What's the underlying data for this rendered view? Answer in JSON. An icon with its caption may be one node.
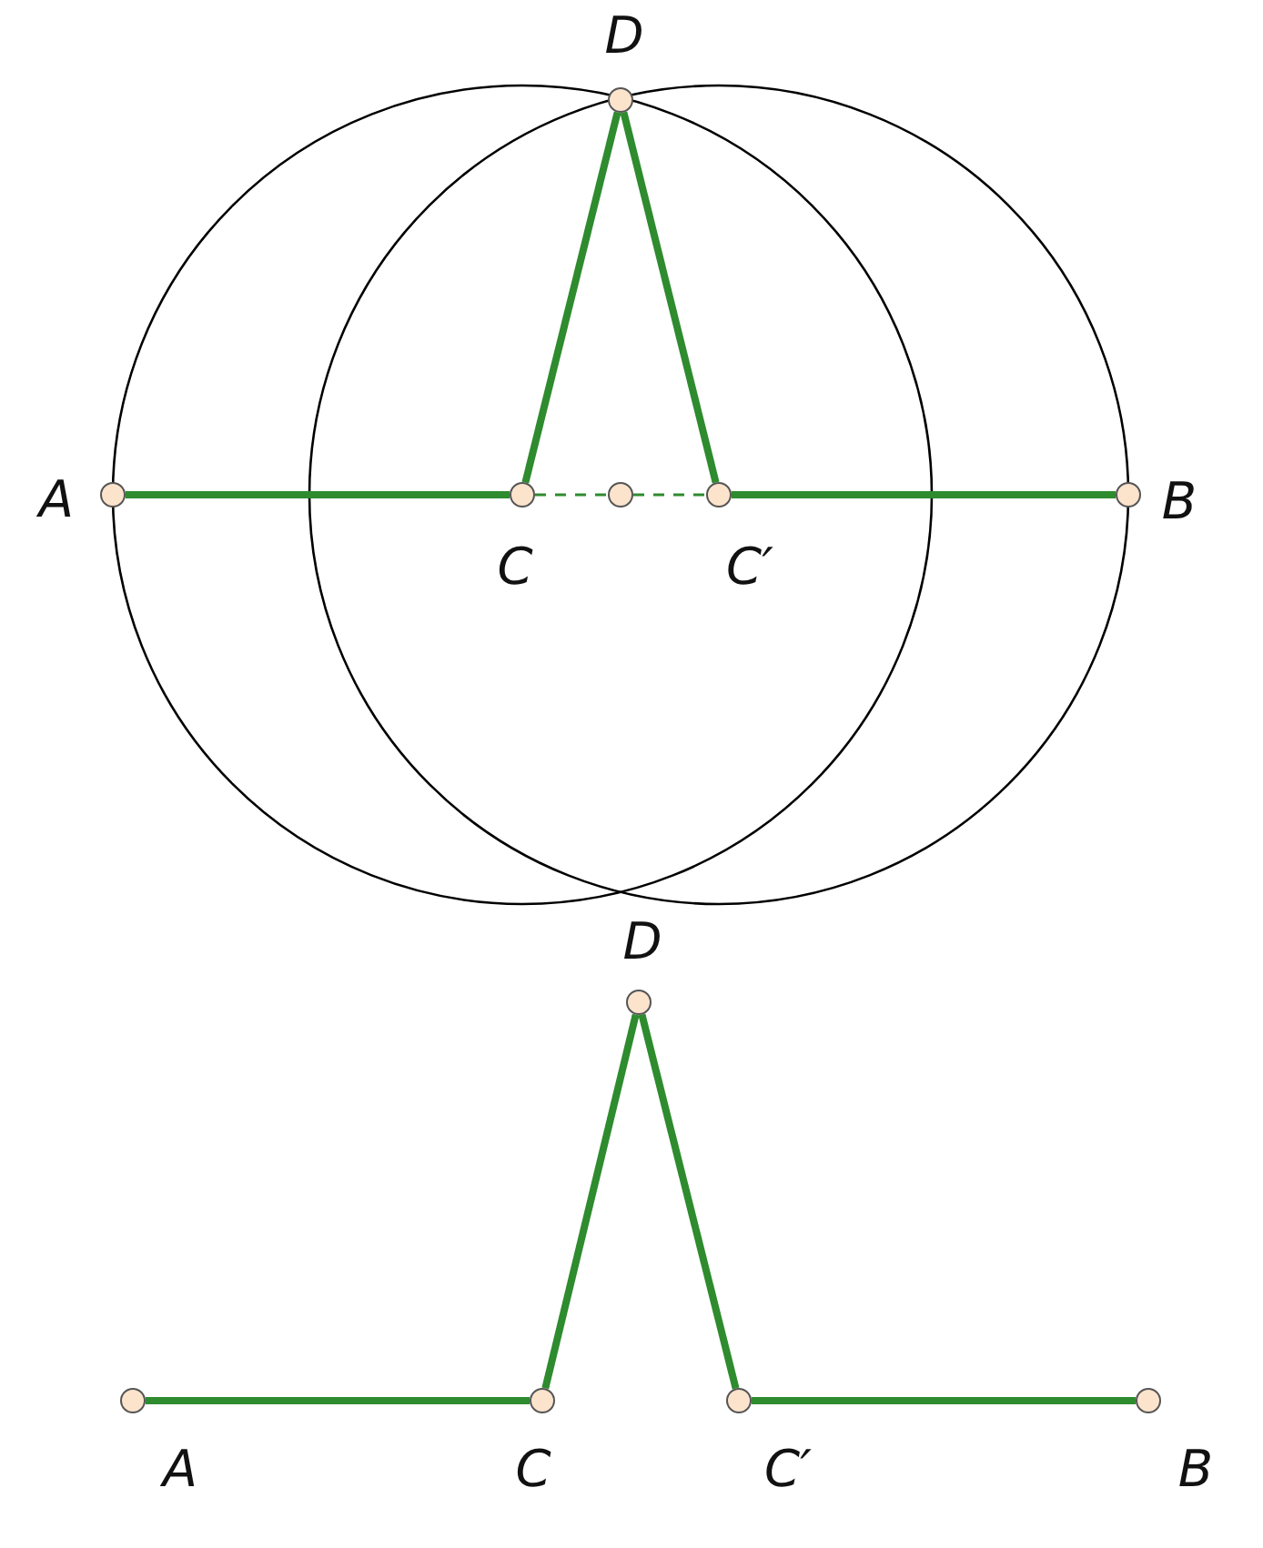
{
  "diagram": {
    "nodes": [
      {
        "text": [],
        "shape": "circle",
        "beside": [
          "D"
        ]
      },
      {
        "text": [],
        "shape": "circle",
        "beside": [
          "A"
        ]
      },
      {
        "text": [],
        "shape": "circle",
        "beside": [
          "C"
        ]
      },
      {
        "text": [],
        "shape": "circle"
      },
      {
        "text": [],
        "shape": "circle",
        "beside": [
          "C′"
        ]
      },
      {
        "text": [],
        "shape": "circle",
        "beside": [
          "B"
        ]
      },
      {
        "text": [],
        "shape": "circle",
        "beside": [
          "D"
        ]
      },
      {
        "text": [],
        "shape": "circle",
        "beside": [
          "A"
        ]
      },
      {
        "text": [],
        "shape": "circle",
        "beside": [
          "C"
        ]
      },
      {
        "text": [],
        "shape": "circle",
        "beside": [
          "C′"
        ]
      },
      {
        "text": [],
        "shape": "circle",
        "beside": [
          "B"
        ]
      }
    ],
    "edges": [
      {
        "from": 1,
        "to": 2,
        "arrow": "none"
      },
      {
        "from": 2,
        "to": 0,
        "arrow": "none"
      },
      {
        "from": 0,
        "to": 4,
        "arrow": "none"
      },
      {
        "from": 4,
        "to": 5,
        "arrow": "none"
      },
      {
        "from": 2,
        "to": 3,
        "arrow": "none",
        "style": "dashed"
      },
      {
        "from": 3,
        "to": 4,
        "arrow": "none",
        "style": "dashed"
      },
      {
        "from": 7,
        "to": 8,
        "arrow": "none"
      },
      {
        "from": 8,
        "to": 6,
        "arrow": "none"
      },
      {
        "from": 6,
        "to": 9,
        "arrow": "none"
      },
      {
        "from": 9,
        "to": 10,
        "arrow": "none"
      }
    ]
  }
}
